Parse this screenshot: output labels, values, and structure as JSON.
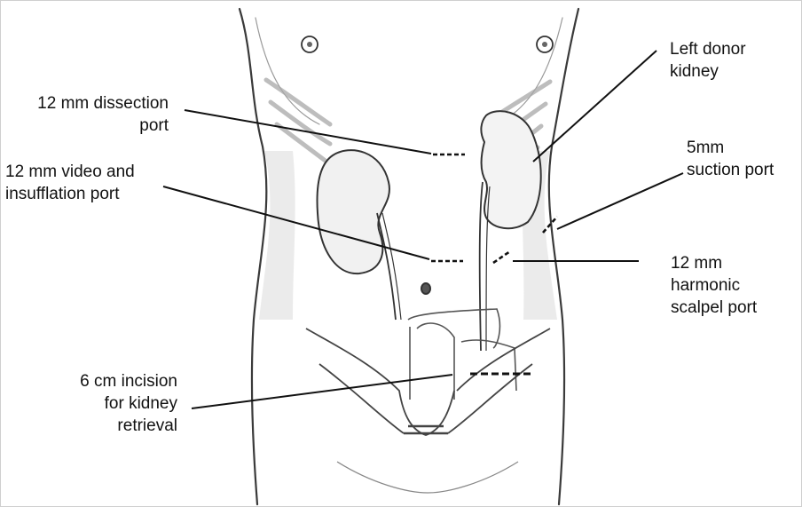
{
  "labels": {
    "dissection_port": [
      "12 mm dissection",
      "port"
    ],
    "video_port": [
      "12 mm video and",
      "insufflation port"
    ],
    "incision": [
      "6 cm incision",
      "for kidney",
      "retrieval"
    ],
    "left_kidney": [
      "Left donor",
      "kidney"
    ],
    "suction_port": [
      "5mm",
      "suction port"
    ],
    "harmonic_port": [
      "12 mm",
      "harmonic",
      "scalpel port"
    ]
  }
}
